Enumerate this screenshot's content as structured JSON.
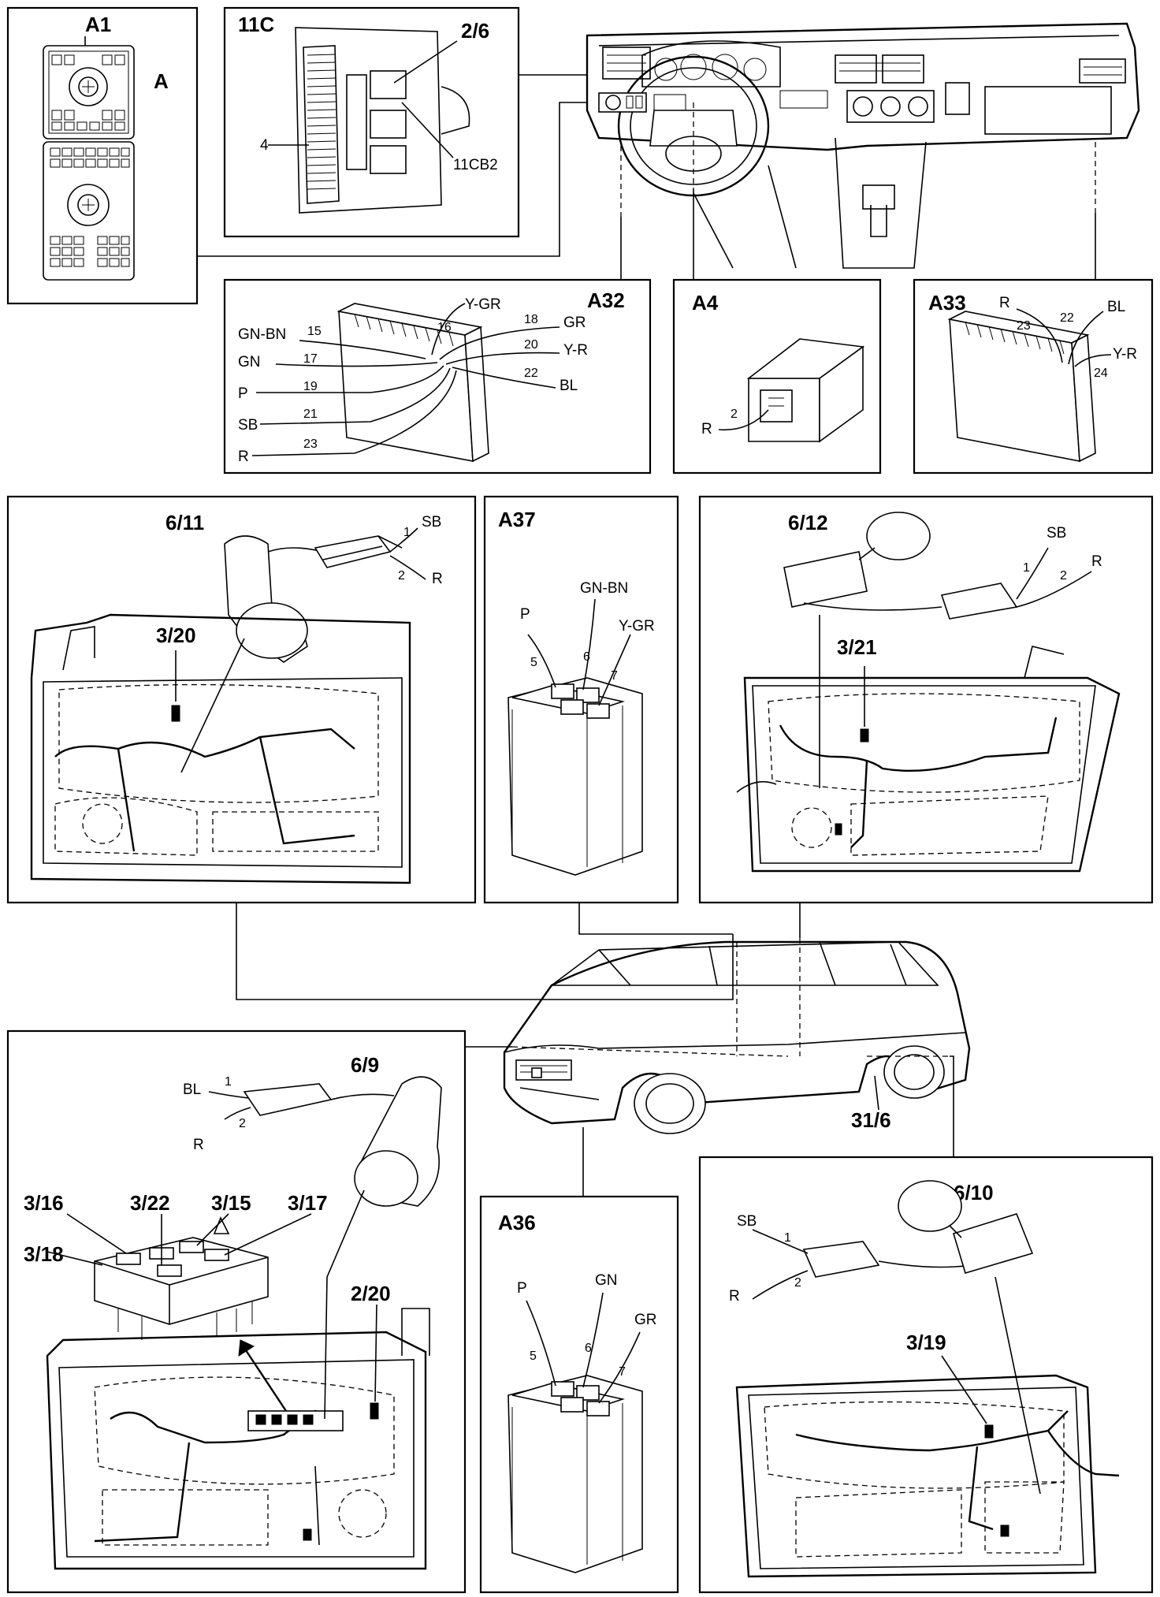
{
  "panels": {
    "a1": {
      "title": "A1",
      "sub": "A"
    },
    "c11": {
      "title": "11C",
      "relay": "2/6",
      "fuse_num": "4",
      "cb": "11CB2"
    },
    "a32": {
      "title": "A32",
      "left_wires": [
        {
          "color": "GN-BN",
          "pin": "15"
        },
        {
          "color": "GN",
          "pin": "17"
        },
        {
          "color": "P",
          "pin": "19"
        },
        {
          "color": "SB",
          "pin": "21"
        },
        {
          "color": "R",
          "pin": "23"
        }
      ],
      "right_wires": [
        {
          "color": "Y-GR",
          "pin": "16"
        },
        {
          "color": "GR",
          "pin": "18"
        },
        {
          "color": "Y-R",
          "pin": "20"
        },
        {
          "color": "BL",
          "pin": "22"
        }
      ]
    },
    "a4": {
      "title": "A4",
      "wire_color": "R",
      "pin": "2"
    },
    "a33": {
      "title": "A33",
      "wires": [
        {
          "color": "R",
          "pin": "23"
        },
        {
          "color": "BL",
          "pin": "22"
        },
        {
          "color": "Y-R",
          "pin": "24"
        }
      ]
    },
    "door_fr": {
      "motor": "6/11",
      "switch": "3/20",
      "wire1_color": "SB",
      "wire1_pin": "1",
      "wire2_color": "R",
      "wire2_pin": "2"
    },
    "a37": {
      "title": "A37",
      "wires": [
        {
          "color": "P",
          "pin": "5"
        },
        {
          "color": "GN-BN",
          "pin": "6"
        },
        {
          "color": "Y-GR",
          "pin": "7"
        }
      ]
    },
    "door_rr": {
      "motor": "6/12",
      "switch": "3/21",
      "wire1_color": "SB",
      "wire1_pin": "1",
      "wire2_color": "R",
      "wire2_pin": "2"
    },
    "car": {
      "label": "31/6"
    },
    "door_fl": {
      "motor": "6/9",
      "wire1_color": "BL",
      "wire1_pin": "1",
      "wire2_color": "R",
      "wire2_pin": "2",
      "switches": [
        "3/16",
        "3/22",
        "3/15",
        "3/17",
        "3/18"
      ],
      "connector": "2/20"
    },
    "a36": {
      "title": "A36",
      "wires": [
        {
          "color": "P",
          "pin": "5"
        },
        {
          "color": "GN",
          "pin": "6"
        },
        {
          "color": "GR",
          "pin": "7"
        }
      ]
    },
    "door_rl": {
      "motor": "6/10",
      "switch": "3/19",
      "wire1_color": "SB",
      "wire1_pin": "1",
      "wire2_color": "R",
      "wire2_pin": "2"
    }
  }
}
